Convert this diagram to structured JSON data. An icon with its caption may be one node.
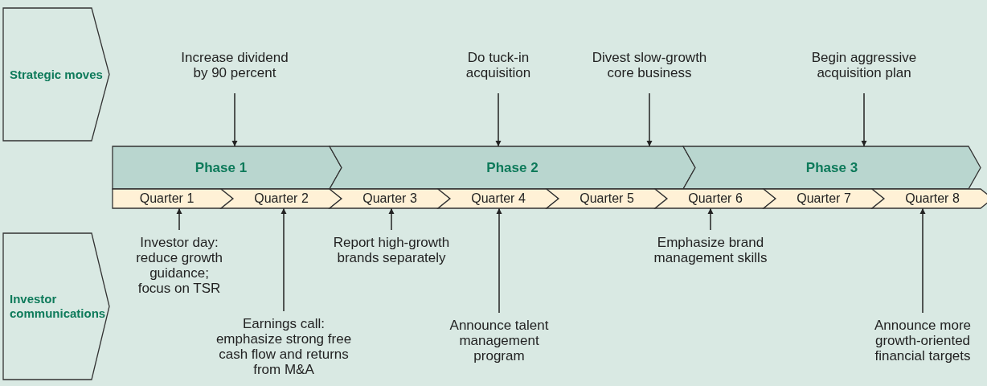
{
  "diagram": {
    "nodes": [
      {
        "text": [
          "Strategic moves"
        ]
      },
      {
        "text": [
          "Investor communications"
        ]
      },
      {
        "text": [
          "Phase 1"
        ]
      },
      {
        "text": [
          "Phase 2"
        ]
      },
      {
        "text": [
          "Phase 3"
        ]
      },
      {
        "text": [
          "Quarter 1"
        ]
      },
      {
        "text": [
          "Quarter 2"
        ]
      },
      {
        "text": [
          "Quarter 3"
        ]
      },
      {
        "text": [
          "Quarter 4"
        ]
      },
      {
        "text": [
          "Quarter 5"
        ]
      },
      {
        "text": [
          "Quarter 6"
        ]
      },
      {
        "text": [
          "Quarter 7"
        ]
      },
      {
        "text": [
          "Quarter 8"
        ]
      },
      {
        "text": [
          "Increase dividend by 90 percent"
        ]
      },
      {
        "text": [
          "Do tuck-in acquisition"
        ]
      },
      {
        "text": [
          "Divest slow-growth core business"
        ]
      },
      {
        "text": [
          "Begin aggressive acquisition plan"
        ]
      },
      {
        "text": [
          "Investor day: reduce growth guidance; focus on TSR"
        ]
      },
      {
        "text": [
          "Earnings call: emphasize strong free cash flow and returns from M&A"
        ]
      },
      {
        "text": [
          "Report high-growth brands separately"
        ]
      },
      {
        "text": [
          "Announce talent management program"
        ]
      },
      {
        "text": [
          "Emphasize brand management skills"
        ]
      },
      {
        "text": [
          "Announce more growth-oriented financial targets"
        ]
      }
    ],
    "edges": [
      {
        "from": 13,
        "to": 2,
        "arrow": "to"
      },
      {
        "from": 14,
        "to": 3,
        "arrow": "to"
      },
      {
        "from": 15,
        "to": 3,
        "arrow": "to"
      },
      {
        "from": 16,
        "to": 4,
        "arrow": "to"
      },
      {
        "from": 17,
        "to": 5,
        "arrow": "to"
      },
      {
        "from": 18,
        "to": 6,
        "arrow": "to"
      },
      {
        "from": 19,
        "to": 7,
        "arrow": "to"
      },
      {
        "from": 20,
        "to": 8,
        "arrow": "to"
      },
      {
        "from": 21,
        "to": 10,
        "arrow": "to"
      },
      {
        "from": 22,
        "to": 12,
        "arrow": "to"
      }
    ]
  }
}
